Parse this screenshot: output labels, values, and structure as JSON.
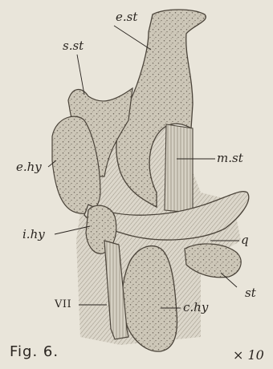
{
  "figure": {
    "caption": "Fig. 6.",
    "magnification": "× 10"
  },
  "labels": {
    "e_st": "e.st",
    "s_st": "s.st",
    "e_hy": "e.hy",
    "m_st": "m.st",
    "i_hy": "i.hy",
    "q": "q",
    "st": "st",
    "vii": "VII",
    "c_hy": "c.hy"
  },
  "colors": {
    "paper": "#e9e5da",
    "ink": "#2a2520",
    "cartilage": "#c9c3b4",
    "stipple": "#6e665a",
    "hatch": "#8d8576"
  }
}
